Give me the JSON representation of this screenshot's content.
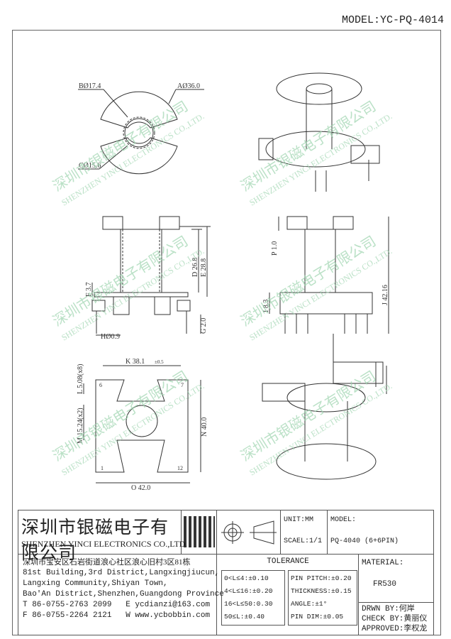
{
  "header": {
    "model": "MODEL:YC-PQ-4014"
  },
  "dims": {
    "a": "AØ36.0",
    "b": "BØ17.4",
    "c": "CØ15.6",
    "d": "D 26.8",
    "e": "E 28.8",
    "f": "F 3.7",
    "g": "G 2.0",
    "h": "HØ0.9",
    "p": "P 1.0",
    "i": "I 8.3",
    "j": "J 42.16",
    "k": "K 38.1",
    "k_tol": "±0.5",
    "l": "L 5.08(x8)",
    "m": "M 15.24(x2)",
    "n": "N 40.0",
    "o": "O 42.0",
    "pin6": "6",
    "pin7": "7",
    "pin1": "1",
    "pin12": "12"
  },
  "watermark": {
    "cn": "深圳市银磁电子有限公司",
    "en": "SHENZHEN YINCI ELECTRONICS CO.,LTD."
  },
  "title_block": {
    "company_cn": "深圳市银磁电子有限公司",
    "company_en": "SHENZHEN YINCI ELECTRONICS CO.,LTD.",
    "unit": "UNIT:MM",
    "scale": "SCAEL:1/1",
    "model_label": "MODEL:",
    "model_value": "PQ-4040 (6+6PIN)",
    "address_lines": [
      "深圳市宝安区石岩街道浪心社区浪心旧村3区81栋",
      "81st Building,3rd District,Langxingjiucun,",
      "Langxing Community,Shiyan Town,",
      "Bao'An District,Shenzhen,Guangdong Province"
    ],
    "tel": "T 86-0755-2763 2099",
    "email": "E ycdianzi@163.com",
    "fax": "F 86-0755-2264 2121",
    "web": "W www.ycbobbin.com",
    "tolerance_title": "TOLERANCE",
    "tolerance_left": [
      "0<L≤4:±0.10",
      "4<L≤16:±0.20",
      "16<L≤50:0.30",
      "50≤L:±0.40"
    ],
    "tolerance_right": [
      "PIN PITCH:±0.20",
      "THICKNESS:±0.15",
      "ANGLE:±1°",
      "PIN DIM:±0.05"
    ],
    "material_label": "MATERIAL:",
    "material_value": "FR530",
    "drawn_by": "DRWN BY:何岸",
    "check_by": "CHECK BY:黄丽仪",
    "approved": "APPROVED:李权龙"
  }
}
